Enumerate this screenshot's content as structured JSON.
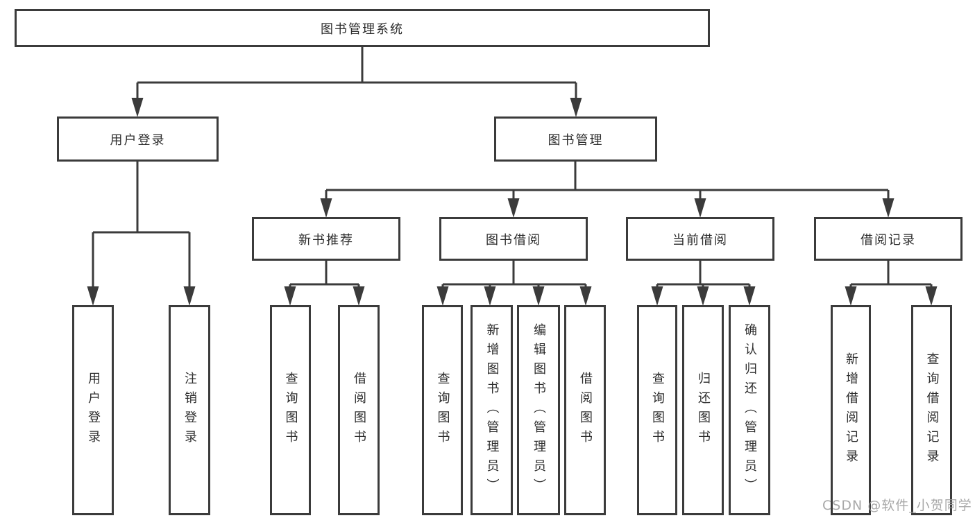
{
  "tree": {
    "root": {
      "label": "图书管理系统"
    },
    "user_login": {
      "label": "用户登录",
      "children": [
        {
          "label": "用户登录"
        },
        {
          "label": "注销登录"
        }
      ]
    },
    "book_management": {
      "label": "图书管理",
      "children": [
        {
          "label": "新书推荐",
          "children": [
            {
              "label": "查询图书"
            },
            {
              "label": "借阅图书"
            }
          ]
        },
        {
          "label": "图书借阅",
          "children": [
            {
              "label": "查询图书"
            },
            {
              "label": "新增图书（管理员）"
            },
            {
              "label": "编辑图书（管理员）"
            },
            {
              "label": "借阅图书"
            }
          ]
        },
        {
          "label": "当前借阅",
          "children": [
            {
              "label": "查询图书"
            },
            {
              "label": "归还图书"
            },
            {
              "label": "确认归还（管理员）"
            }
          ]
        },
        {
          "label": "借阅记录",
          "children": [
            {
              "label": "新增借阅记录"
            },
            {
              "label": "查询借阅记录"
            }
          ]
        }
      ]
    }
  },
  "watermark": {
    "text": "CSDN @软件_小贺同学"
  },
  "colors": {
    "line": "#3b3b3b",
    "box_border": "#3b3b3b",
    "box_background": "#ffffff",
    "text": "#2d2d2d",
    "watermark": "#9e9e9e",
    "page_background": "#ffffff"
  }
}
